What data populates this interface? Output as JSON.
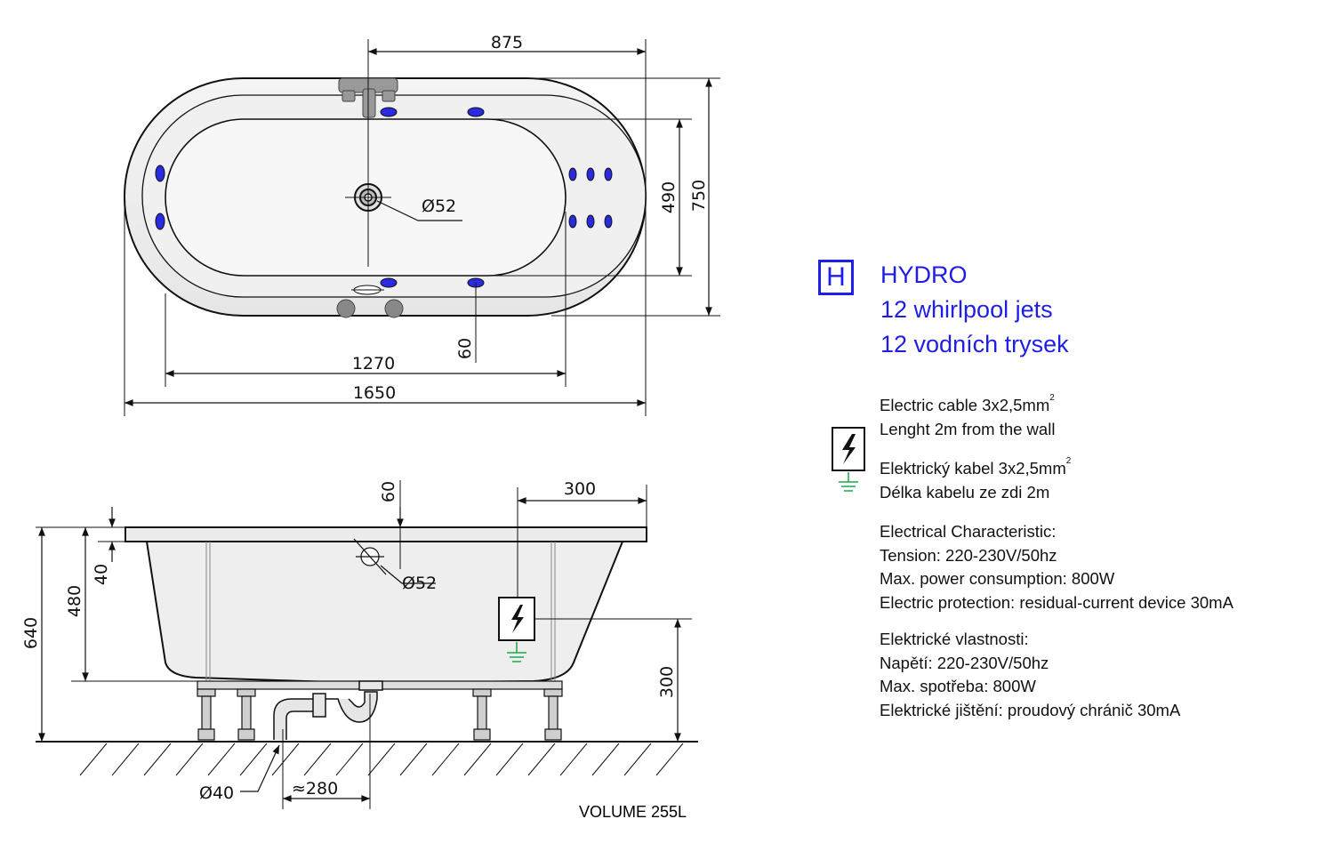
{
  "top_view": {
    "dim_width_total": "1650",
    "dim_width_inner": "1270",
    "dim_faucet_offset": "875",
    "dim_depth_total": "750",
    "dim_depth_inner": "490",
    "dim_drain_diameter": "Ø52",
    "dim_rim_offset": "60"
  },
  "side_view": {
    "dim_rim_height": "60",
    "dim_panel_offset": "300",
    "dim_overflow_diameter": "Ø52",
    "dim_height_total": "640",
    "dim_height_inner": "480",
    "dim_rim_thickness": "40",
    "dim_socket_height": "300",
    "dim_waste_diameter": "Ø40",
    "dim_waste_offset": "≈280",
    "volume": "VOLUME 255L"
  },
  "hydro": {
    "badge": "H",
    "title": "HYDRO",
    "line1": "12 whirlpool jets",
    "line2": "12 vodních trysek"
  },
  "cable": {
    "en_line1": "Electric cable 3x2,5mm",
    "en_sup": "2",
    "en_line2": "Lenght 2m from the wall",
    "cz_line1": "Elektrický kabel 3x2,5mm",
    "cz_sup": "2",
    "cz_line2": "Délka kabelu ze zdi 2m"
  },
  "characteristics_en": {
    "title": "Electrical Characteristic:",
    "tension": "Tension: 220-230V/50hz",
    "power": "Max. power consumption: 800W",
    "protection": "Electric protection: residual-current device 30mA"
  },
  "characteristics_cz": {
    "title": "Elektrické vlastnosti:",
    "tension": "Napětí: 220-230V/50hz",
    "power": "Max. spotřeba: 800W",
    "protection": "Elektrické jištění: proudový chránič 30mA"
  },
  "colors": {
    "jet": "#2a2ae0",
    "hydro_blue": "#1e1ee6",
    "ground_green": "#1aa84a",
    "line": "#111111"
  }
}
